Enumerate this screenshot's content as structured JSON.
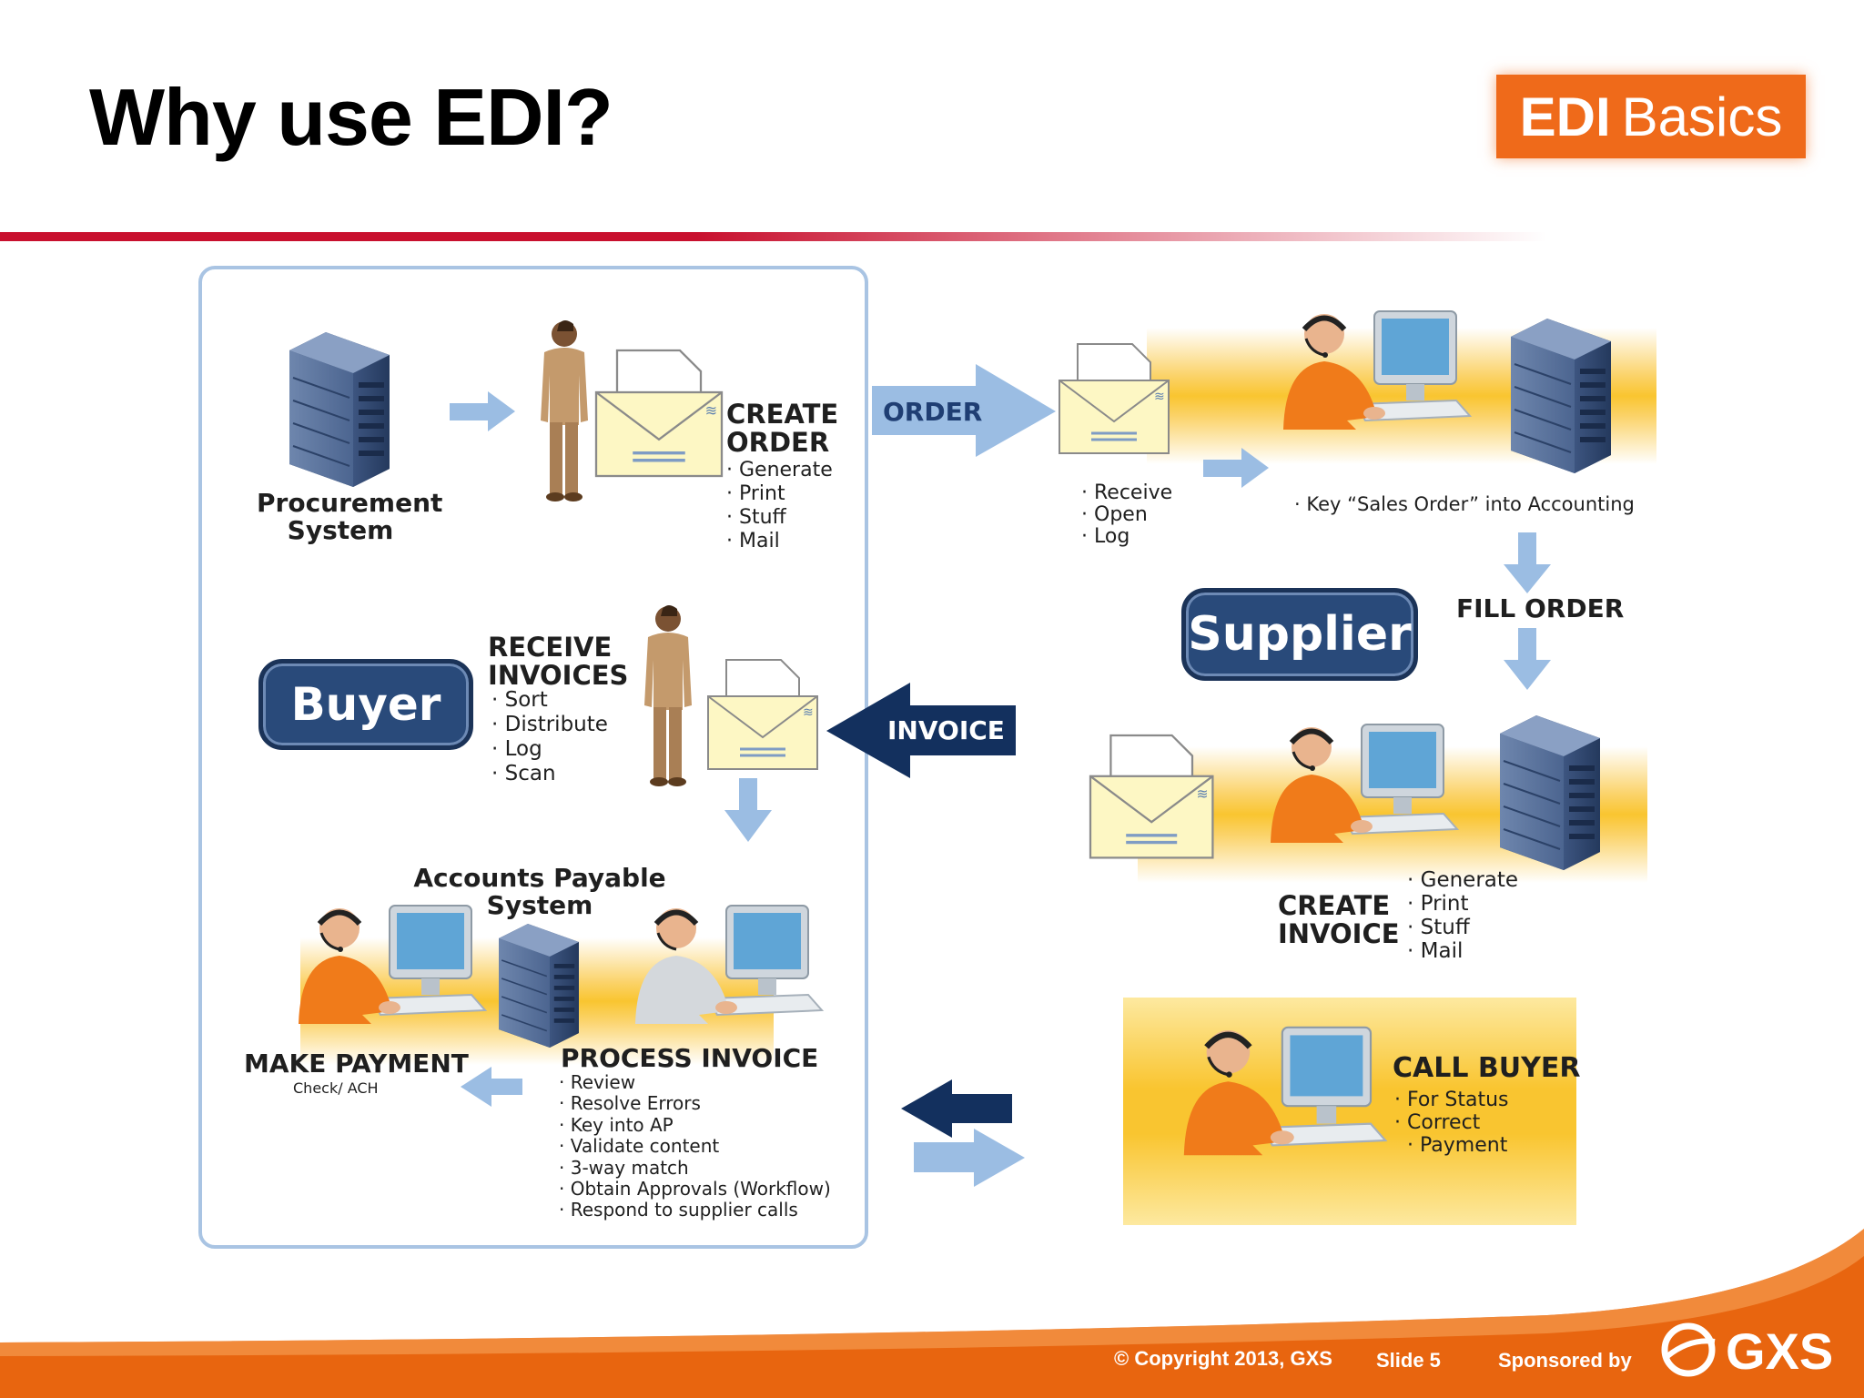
{
  "slide": {
    "title": "Why use EDI?",
    "logo": {
      "bold": "EDI",
      "light": "Basics"
    }
  },
  "buyer_panel": {
    "procurement_label": [
      "Procurement",
      "System"
    ],
    "create_order": {
      "title": [
        "CREATE",
        "ORDER"
      ],
      "items": [
        "Generate",
        "Print",
        "Stuff",
        "Mail"
      ]
    },
    "buyer_badge": "Buyer",
    "receive_invoices": {
      "title": [
        "RECEIVE",
        "INVOICES"
      ],
      "items": [
        "Sort",
        "Distribute",
        "Log",
        "Scan"
      ]
    },
    "ap_system": [
      "Accounts Payable",
      "System"
    ],
    "make_payment": {
      "title": "MAKE PAYMENT",
      "subtitle": "Check/ ACH"
    },
    "process_invoice": {
      "title": "PROCESS INVOICE",
      "items": [
        "Review",
        "Resolve Errors",
        "Key into AP",
        "Validate content",
        "3-way match",
        "Obtain Approvals (Workflow)",
        "Respond to supplier calls"
      ]
    }
  },
  "arrows": {
    "order": "ORDER",
    "invoice": "INVOICE"
  },
  "supplier_side": {
    "receive_items": [
      "Receive",
      "Open",
      "Log"
    ],
    "key_sales_order": "Key “Sales Order” into Accounting",
    "fill_order": "FILL ORDER",
    "supplier_badge": "Supplier",
    "create_invoice": {
      "title": [
        "CREATE",
        "INVOICE"
      ],
      "items": [
        "Generate",
        "Print",
        "Stuff",
        "Mail"
      ]
    },
    "call_buyer": {
      "title": "CALL BUYER",
      "items": [
        "For Status",
        "Correct",
        "Payment"
      ]
    }
  },
  "footer": {
    "copyright": "© Copyright 2013, GXS",
    "slide_number": "Slide 5",
    "sponsored": "Sponsored by",
    "sponsor_logo": "GXS"
  },
  "colors": {
    "title_rule": "#c8102e",
    "logo_orange": "#ef6a1a",
    "badge_navy": "#294a7a",
    "arrow_light": "#9bbde3",
    "arrow_dark": "#13305e",
    "footer_orange": "#e8650f"
  }
}
